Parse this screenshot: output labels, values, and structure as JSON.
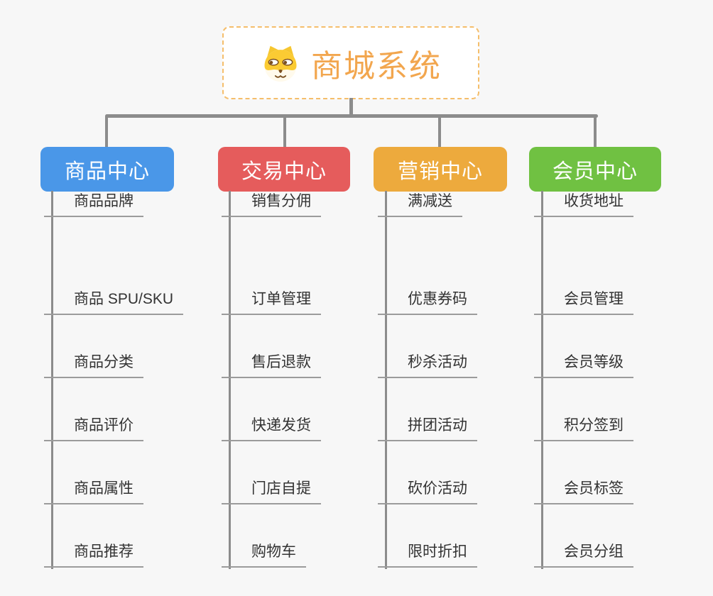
{
  "root": {
    "title": "商城系统",
    "icon": "dog-face-icon",
    "accent_color": "#f2a64e",
    "border_color": "#f5be6b"
  },
  "connector_color": "#8c8c8c",
  "item_underline_color": "#9b9b9b",
  "branches": [
    {
      "label": "商品中心",
      "color": "#4a97e8",
      "items": [
        "商品 SPU/SKU",
        "商品分类",
        "商品评价",
        "商品属性",
        "商品推荐",
        "商品品牌"
      ]
    },
    {
      "label": "交易中心",
      "color": "#e55c5c",
      "items": [
        "订单管理",
        "售后退款",
        "快递发货",
        "门店自提",
        "购物车",
        "销售分佣"
      ]
    },
    {
      "label": "营销中心",
      "color": "#edaa3d",
      "items": [
        "优惠券码",
        "秒杀活动",
        "拼团活动",
        "砍价活动",
        "限时折扣",
        "满减送"
      ]
    },
    {
      "label": "会员中心",
      "color": "#70c142",
      "items": [
        "会员管理",
        "会员等级",
        "积分签到",
        "会员标签",
        "会员分组",
        "收货地址"
      ]
    }
  ]
}
